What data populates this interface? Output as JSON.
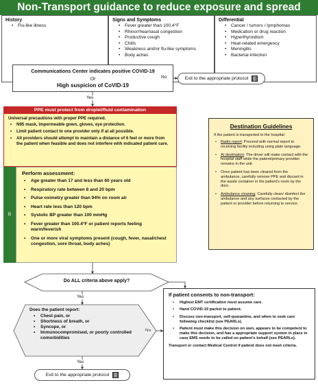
{
  "title": "Non-Transport guidance to reduce exposure and spread",
  "history": {
    "heading": "History",
    "items": [
      "Flu-like illness"
    ]
  },
  "signs": {
    "heading": "Signs and Symptoms",
    "items": [
      "Fever greater than 100.4°F",
      "Rhinorrhea/nasal congestion",
      "Productive cough",
      "Chills",
      "Weakness and/or flu-like symptoms",
      "Body aches"
    ]
  },
  "differential": {
    "heading": "Differential",
    "items": [
      "Cancer / tumors / lymphomas",
      "Medication or drug reaction",
      "Hyperthyroidism",
      "Heat-related emergency",
      "Meningitis",
      "Bacterial infection"
    ]
  },
  "comm": {
    "line1": "Communications Center indicates positive COVID-19",
    "line2": "Or",
    "line3": "High suspicion of CoVID-19"
  },
  "exit1": "Exit to the appropriate protocol",
  "exit2": "Exit to the appropriate protocol",
  "labels": {
    "no1": "No",
    "yes1": "Yes",
    "yes2": "Yes",
    "no2": "No",
    "yes3": "Yes"
  },
  "ppe": {
    "header": "PPE must protect from droplet/fluid contamination",
    "lead": "Universal precautions with proper PPE required.",
    "items": [
      "N95 mask, impermeable gown, gloves, eye protection.",
      "Limit patient contact to one provider only if at all possible.",
      "All providers should attempt to maintain a distance of 6 feet or more from the patient when feasible and does not interfere with indicated patient care."
    ]
  },
  "assess": {
    "side": "B",
    "lead": "Perform assessment:",
    "items": [
      "Age greater than 17 and less than 60 years old",
      "Respiratory rate between 8 and 20 bpm",
      "Pulse oximetry greater than 94% on room air",
      "Heart rate less than 120 bpm",
      "Systolic BP greater than 100 mmHg",
      "Fever greater than 100.4°F or patient reports feeling warm/feverish",
      "One or more viral symptoms present (cough, fever, nasal/chest congestion, sore throat, body aches)"
    ]
  },
  "decision1": "Do ALL criteria above apply?",
  "report": {
    "lead": "Does the patient report:",
    "items": [
      "Chest pain, or",
      "Shortness of breath, or",
      "Syncope, or",
      "Immunocompromised, or poorly controlled comorbidities"
    ]
  },
  "destination": {
    "title": "Destination Guidelines",
    "intro": "If the patient is transported to the hospital:",
    "items": [
      {
        "term": "Radio report",
        "text": ": Proceed with normal report to receiving facility including using plain language."
      },
      {
        "term": "At destination",
        "text": ": The driver will make contact with the hospital staff while the patient/primary provider remains in the unit."
      },
      {
        "term": "",
        "text": "Once patient has been cleared from the ambulance, carefully remove PPE and discard in the waste container in the patient's room by the door."
      },
      {
        "term": "Ambulance cleaning",
        "text": ": Carefully clean/ disinfect the ambulance and any surfaces contacted by the patient or provider before returning to service."
      }
    ]
  },
  "consent": {
    "lead": "If patient consents to non-transport:",
    "items": [
      "Highest EMT certification must assume care.",
      "Hand COVID-19 packet to patient.",
      "Discuss non-transport, self-quarantine, and when to seek care following checklist (see PEARLs).",
      "Patient must make this decision on own, appears to be competent to make this decision, and has a appropriate support system in place in case EMS needs to be called on patient's behalf (see PEARLs)."
    ],
    "footer": "Transport or contact Medical Control if patient does not meet criteria."
  },
  "colors": {
    "green": "#2f7d32",
    "red": "#c62828",
    "yellow": "#fff7b2",
    "dest_bg": "#fff2c0"
  }
}
